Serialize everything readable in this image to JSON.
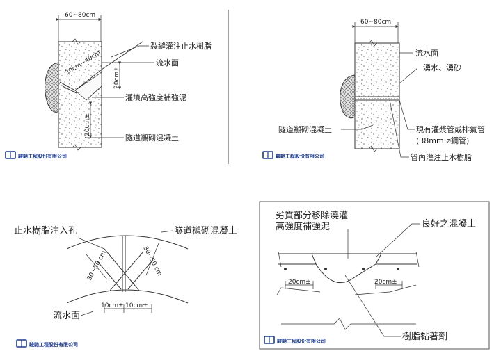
{
  "logo_text": "駿馳工程股份有限公司",
  "colors": {
    "line": "#333333",
    "logo": "#1f3a8a",
    "concrete": "#f4f4f4",
    "hatch": "#555555"
  },
  "panel1": {
    "width_dim": "60~80cm",
    "label_crack": "裂縫灌注止水樹脂",
    "label_flow": "流水面",
    "label_fill": "灌填高強度補強泥",
    "label_lining": "隧道襯砌混凝土",
    "dim_diag": "30cm~40cm",
    "dim_v1": "20cm±",
    "dim_v2": "20cm±"
  },
  "panel2": {
    "width_dim": "60~80cm",
    "label_flow": "流水面",
    "label_water": "湧水、湧砂",
    "label_lining": "隧道襯砌混凝土",
    "label_pipe": "現有灌漿管或排氣管",
    "label_pipe_spec": "(38mm ø鋼管)",
    "label_resin": "管內灌注止水樹脂"
  },
  "panel3": {
    "label_hole": "止水樹脂注入孔",
    "label_lining": "隧道襯砌混凝土",
    "label_flow": "流水面",
    "dim_left": "30~50 cm",
    "dim_right": "30~50 cm",
    "dim_b1": "10cm±",
    "dim_b2": "10cm±"
  },
  "panel4": {
    "label_remove_l1": "劣質部分移除澆灌",
    "label_remove_l2": "高強度補強泥",
    "label_good": "良好之混凝土",
    "label_adhesive": "樹脂黏著劑",
    "dim_l": "20cm±",
    "dim_r": "20cm±"
  }
}
